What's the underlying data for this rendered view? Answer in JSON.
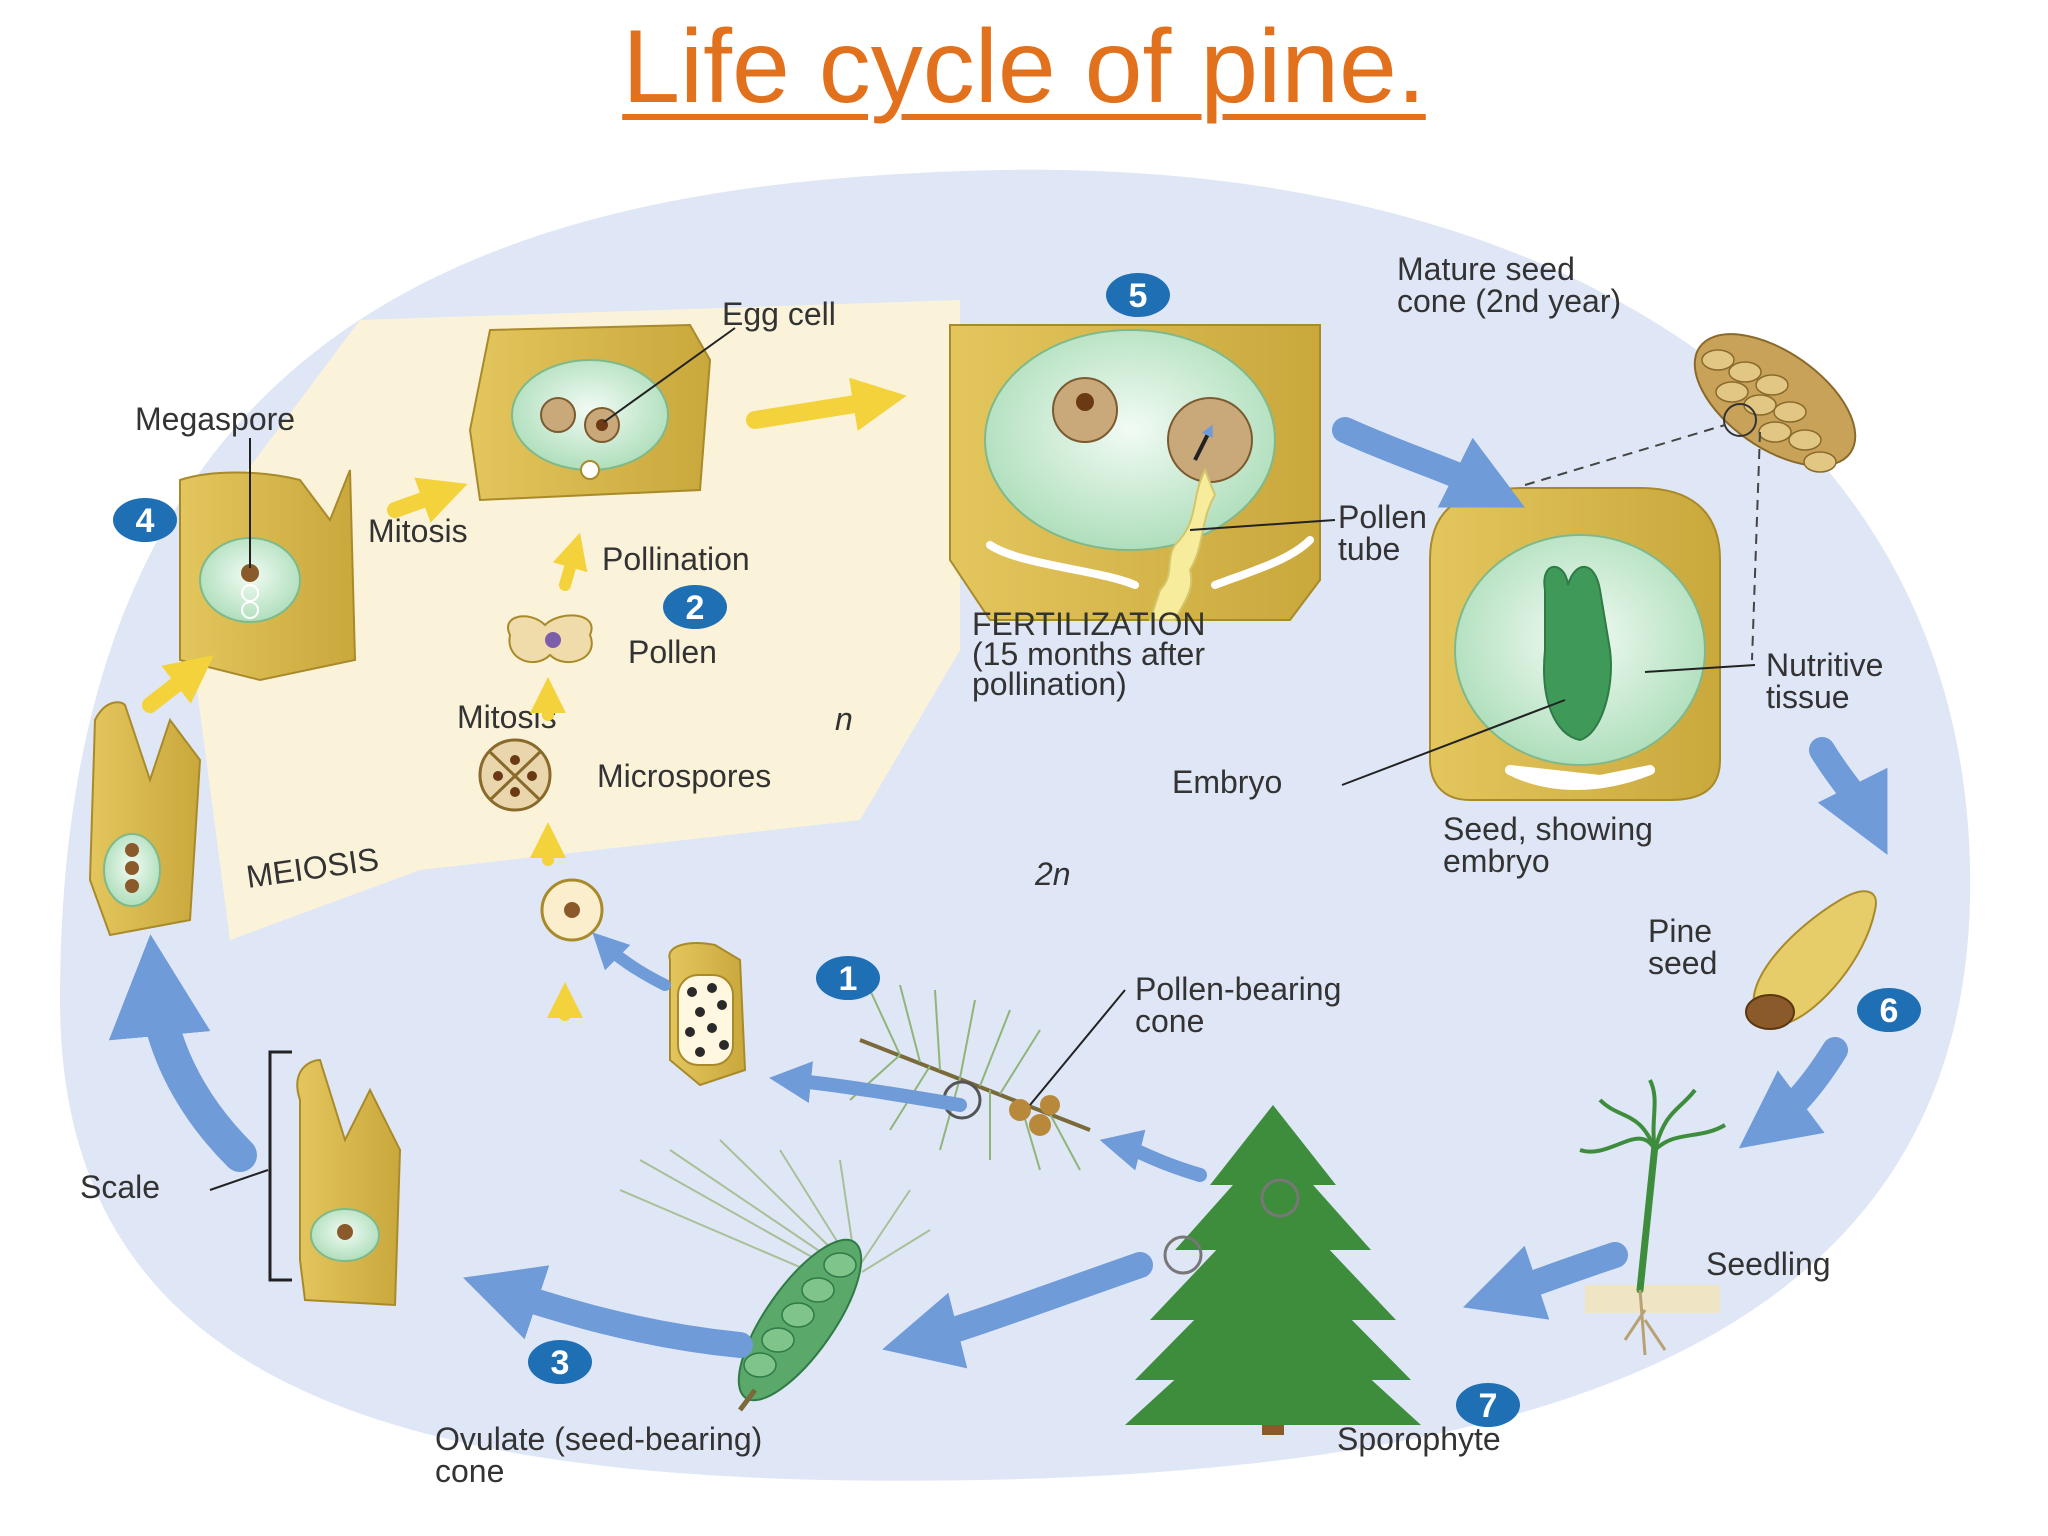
{
  "title": "Life cycle of pine.",
  "phases": {
    "haploid": "n",
    "diploid": "2n"
  },
  "labels": {
    "egg_cell": "Egg cell",
    "megaspore": "Megaspore",
    "mitosis_top": "Mitosis",
    "pollination": "Pollination",
    "pollen": "Pollen",
    "mitosis_mid": "Mitosis",
    "microspores": "Microspores",
    "meiosis": "MEIOSIS",
    "fertilization": [
      "FERTILIZATION",
      "(15 months after",
      "pollination)"
    ],
    "pollen_tube": [
      "Pollen",
      "tube"
    ],
    "mature_seed_cone": [
      "Mature seed",
      "cone (2nd year)"
    ],
    "nutritive_tissue": [
      "Nutritive",
      "tissue"
    ],
    "embryo": "Embryo",
    "seed_showing_embryo": [
      "Seed, showing",
      "embryo"
    ],
    "pine_seed": [
      "Pine",
      "seed"
    ],
    "pollen_bearing_cone": [
      "Pollen-bearing",
      "cone"
    ],
    "seedling": "Seedling",
    "scale": "Scale",
    "ovulate_cone": [
      "Ovulate (seed-bearing)",
      "cone"
    ],
    "sporophyte": "Sporophyte"
  },
  "steps": [
    "1",
    "2",
    "3",
    "4",
    "5",
    "6",
    "7"
  ],
  "colors": {
    "title": "#e2711d",
    "haploid_bg": "#fbf3d9",
    "diploid_bg": "#dfe6f6",
    "tissue": "#d7b94e",
    "tissue_edge": "#a98a2a",
    "arrow_blue": "#6f9bd8",
    "arrow_yellow": "#f3d23c",
    "step_badge": "#1f6fb5",
    "cell_green": "#bfe6c9",
    "conifer_green": "#3e8d3c"
  }
}
